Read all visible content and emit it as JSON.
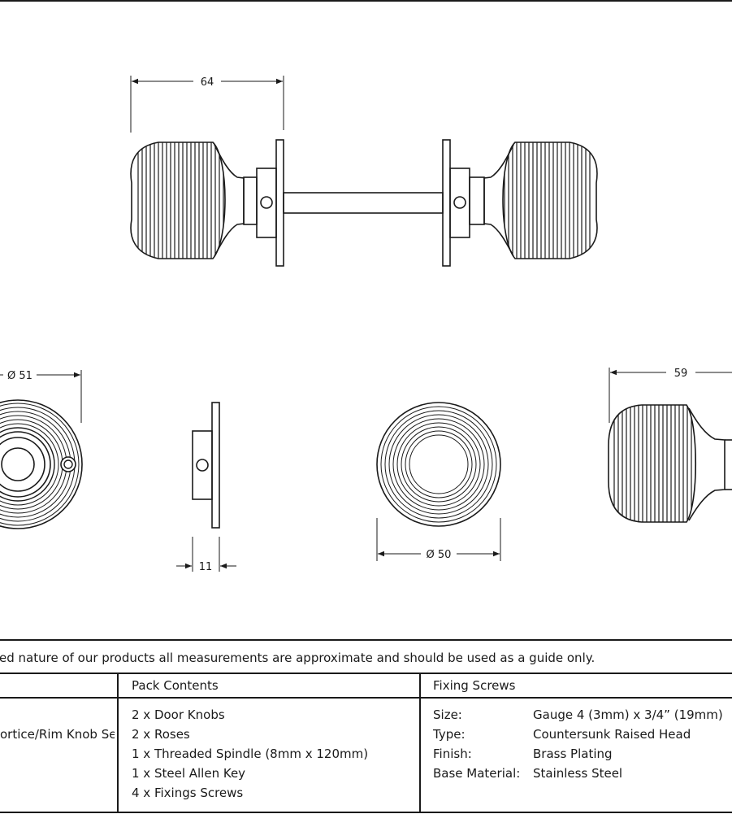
{
  "dimensions": {
    "overall_width": "64",
    "rose_diameter": "Ø 51",
    "rose_depth": "11",
    "knob_diameter": "Ø 50",
    "knob_projection": "59"
  },
  "disclaimer": "ed nature of our products all measurements are approximate and should be used as a guide only.",
  "table": {
    "headers": {
      "pack_contents": "Pack Contents",
      "fixing_screws": "Fixing Screws"
    },
    "description_fragment": "ortice/Rim Knob Set",
    "pack_contents": [
      "2 x Door Knobs",
      "2 x Roses",
      "1 x Threaded Spindle (8mm x 120mm)",
      "1 x Steel Allen Key",
      "4 x Fixings Screws"
    ],
    "fixing_screws": [
      {
        "label": "Size:",
        "value": "Gauge 4 (3mm) x 3/4” (19mm)"
      },
      {
        "label": "Type:",
        "value": "Countersunk Raised Head"
      },
      {
        "label": "Finish:",
        "value": "Brass Plating"
      },
      {
        "label": "Base Material:",
        "value": "Stainless Steel"
      }
    ]
  }
}
